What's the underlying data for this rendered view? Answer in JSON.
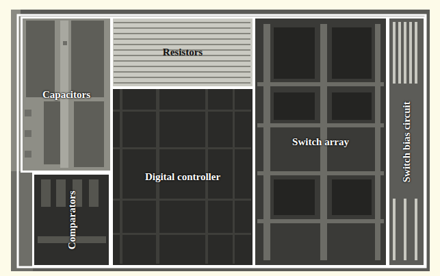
{
  "diagram": {
    "nodes": [
      {
        "text": [
          "Capacitors"
        ]
      },
      {
        "text": [
          "Resistors"
        ]
      },
      {
        "text": [
          "Switch array"
        ]
      },
      {
        "text": [
          "Switch bias circuit"
        ]
      },
      {
        "text": [
          "Digital controller"
        ]
      },
      {
        "text": [
          "Comparators"
        ]
      }
    ]
  }
}
